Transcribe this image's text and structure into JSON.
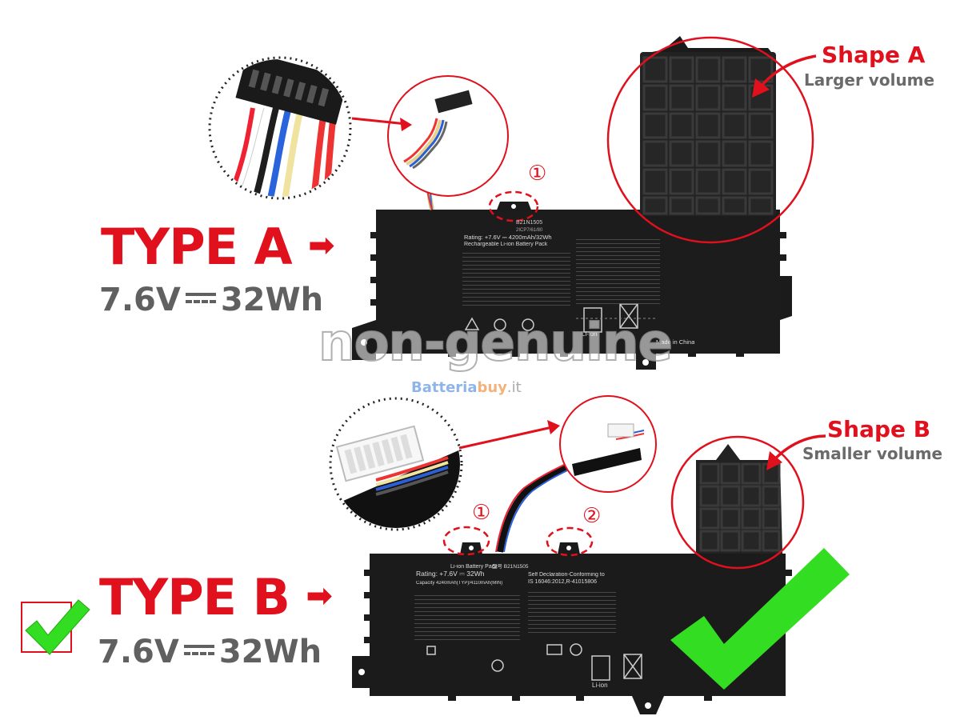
{
  "type_a": {
    "title": "TYPE A",
    "voltage": "7.6V",
    "energy": "32Wh",
    "shape_title": "Shape A",
    "shape_sub": "Larger volume",
    "label": {
      "model": "B21N1505",
      "model_sub": "2ICP7/61/80",
      "rating": "Rating: +7.6V ⎓ 4200mAh/32Wh",
      "pack": "Rechargeable Li-ion Battery Pack",
      "made_in": "Made in China",
      "li_ion": "Li-ion"
    },
    "markers": [
      "①"
    ]
  },
  "type_b": {
    "title": "TYPE B",
    "voltage": "7.6V",
    "energy": "32Wh",
    "shape_title": "Shape B",
    "shape_sub": "Smaller volume",
    "label": {
      "pack": "Li-ion Battery Pack",
      "model": "型号 B21N1505",
      "rating": "Rating: +7.6V ⎓ 32Wh",
      "capacity": "Capacity 4240mAh(TYP)/4110mAh(MIN)",
      "declaration": "Self Declaration-Conforming to",
      "standard": "IS 16046:2012,R-41015806",
      "li_ion": "Li-ion"
    },
    "markers": [
      "①",
      "②"
    ]
  },
  "watermark": "non-genuine",
  "brand": {
    "part1": "Batteria",
    "part2": "buy",
    "part3": ".it"
  },
  "colors": {
    "accent_red": "#e0101d",
    "check_green": "#33dd22",
    "gray_text": "#606060",
    "battery_black": "#1b1b1b"
  }
}
